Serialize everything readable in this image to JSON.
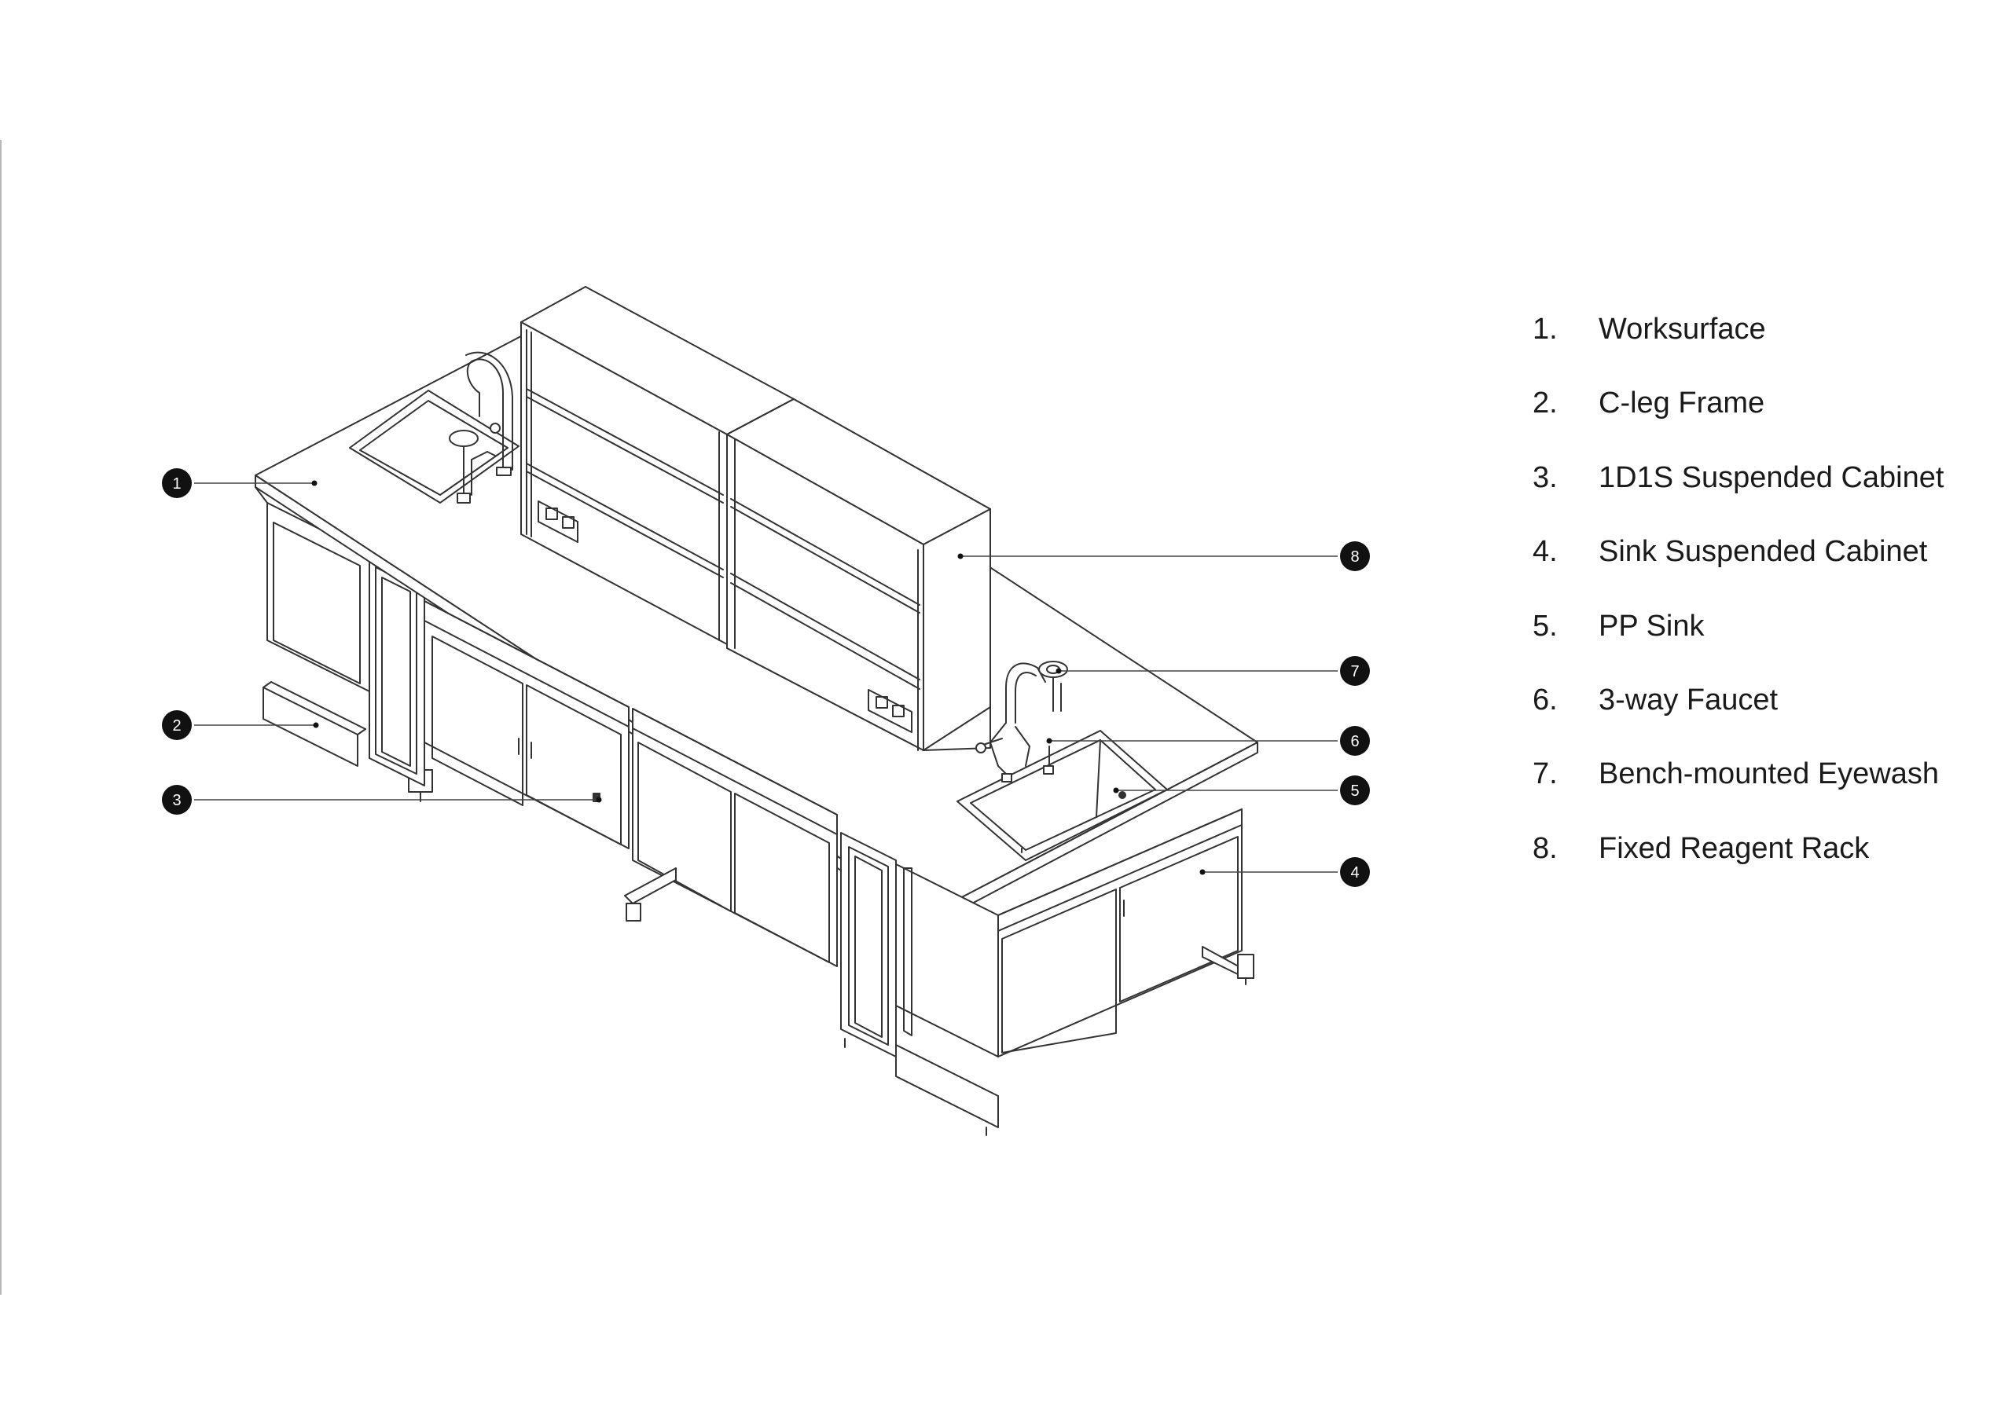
{
  "legend": [
    {
      "num": "1.",
      "label": "Worksurface"
    },
    {
      "num": "2.",
      "label": "C-leg Frame"
    },
    {
      "num": "3.",
      "label": "1D1S Suspended Cabinet"
    },
    {
      "num": "4.",
      "label": "Sink Suspended Cabinet"
    },
    {
      "num": "5.",
      "label": "PP Sink"
    },
    {
      "num": "6.",
      "label": "3-way Faucet"
    },
    {
      "num": "7.",
      "label": "Bench-mounted Eyewash"
    },
    {
      "num": "8.",
      "label": "Fixed Reagent Rack"
    }
  ],
  "callouts": [
    {
      "num": "1",
      "side": "left"
    },
    {
      "num": "2",
      "side": "left"
    },
    {
      "num": "3",
      "side": "left"
    },
    {
      "num": "8",
      "side": "right"
    },
    {
      "num": "7",
      "side": "right"
    },
    {
      "num": "6",
      "side": "right"
    },
    {
      "num": "5",
      "side": "right"
    },
    {
      "num": "4",
      "side": "right"
    }
  ]
}
